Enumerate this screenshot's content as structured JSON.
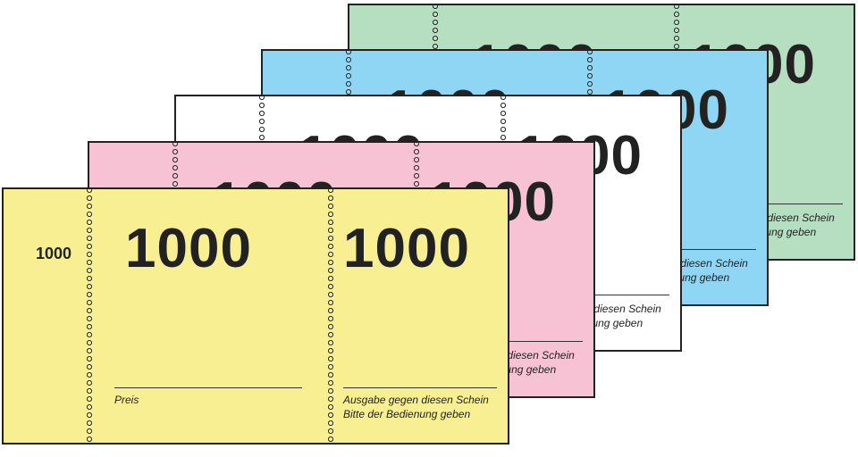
{
  "ticket_number": "1000",
  "stub_number": "1000",
  "price_label": "Preis",
  "footer_line1": "Ausgabe gegen diesen Schein",
  "footer_line2": "Bitte der Bedienung geben",
  "colors": {
    "green": "#b6dfc1",
    "blue": "#8fd6f4",
    "white": "#ffffff",
    "pink": "#f7c3d4",
    "yellow": "#f8ef92"
  }
}
